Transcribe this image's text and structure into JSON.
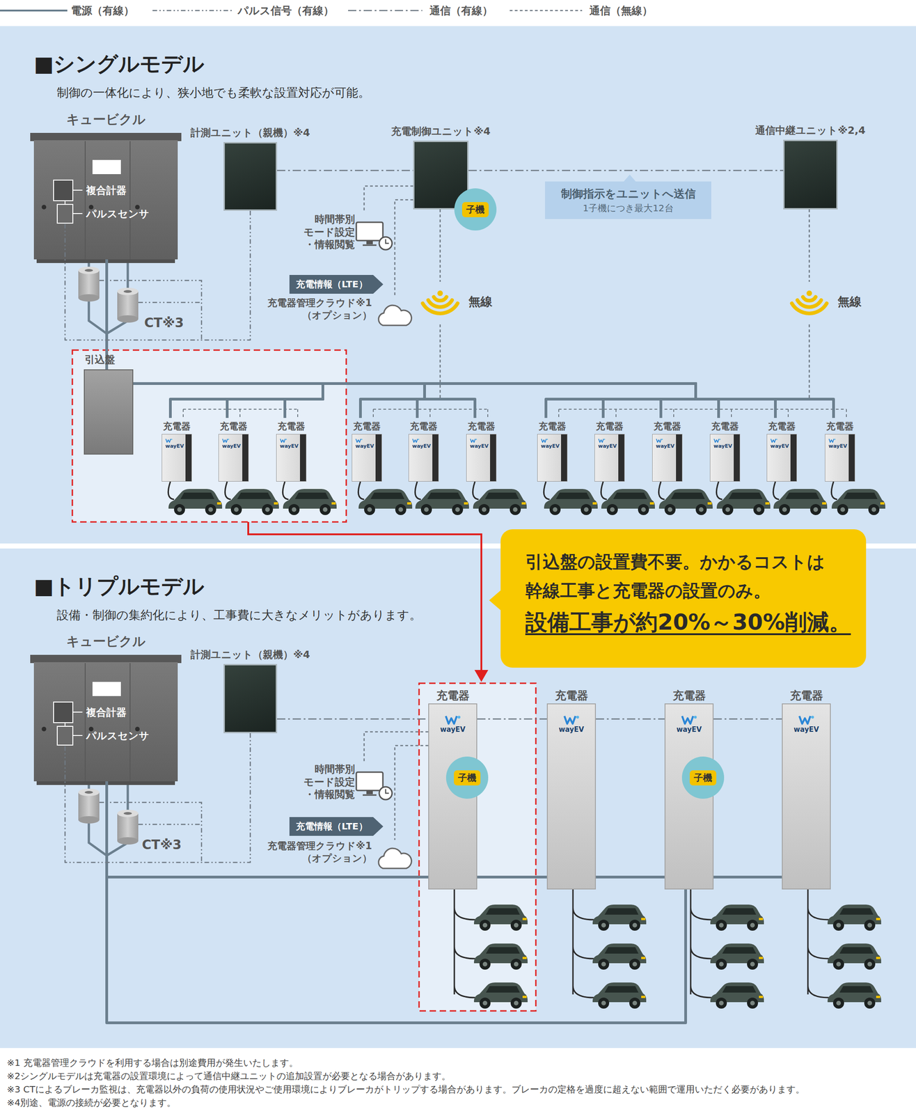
{
  "diagram": {
    "nodes": [
      {
        "text": [
          "■シングルモデル",
          "制御の一体化により、狭小地でも柔軟な設置対応が可能。"
        ]
      },
      {
        "text": [
          "キュービクル"
        ],
        "in": 0
      },
      {
        "text": [
          "複合計器"
        ],
        "in": 1
      },
      {
        "text": [
          "パルスセンサ"
        ],
        "in": 1
      },
      {
        "text": [
          "計測ユニット（親機）※4"
        ],
        "in": 0
      },
      {
        "text": [
          "充電制御ユニット※4"
        ],
        "in": 0
      },
      {
        "text": [
          "子機"
        ],
        "in": 5
      },
      {
        "text": [
          "通信中継ユニット※2,4"
        ],
        "in": 0
      },
      {
        "text": [
          "制御指示をユニットへ送信",
          "1子機につき最大12台"
        ],
        "in": 0
      },
      {
        "text": [
          "時間帯別 モード設定 ・情報閲覧"
        ],
        "in": 0
      },
      {
        "text": [
          "充電情報（LTE）"
        ],
        "in": 0
      },
      {
        "text": [
          "充電器管理クラウド※1 （オプション）"
        ],
        "in": 0
      },
      {
        "text": [
          "無線"
        ],
        "in": 0
      },
      {
        "text": [
          "無線"
        ],
        "in": 0
      },
      {
        "text": [
          "引込盤"
        ],
        "in": 0
      },
      {
        "text": [
          "充電器",
          "wayEV"
        ],
        "in": 0
      },
      {
        "text": [
          "充電器",
          "wayEV"
        ],
        "in": 0
      },
      {
        "text": [
          "充電器",
          "wayEV"
        ],
        "in": 0
      },
      {
        "text": [
          "充電器",
          "wayEV"
        ],
        "in": 0
      },
      {
        "text": [
          "充電器",
          "wayEV"
        ],
        "in": 0
      },
      {
        "text": [
          "充電器",
          "wayEV"
        ],
        "in": 0
      },
      {
        "text": [
          "充電器",
          "wayEV"
        ],
        "in": 0
      },
      {
        "text": [
          "充電器",
          "wayEV"
        ],
        "in": 0
      },
      {
        "text": [
          "充電器",
          "wayEV"
        ],
        "in": 0
      },
      {
        "text": [
          "充電器",
          "wayEV"
        ],
        "in": 0
      },
      {
        "text": [
          "充電器",
          "wayEV"
        ],
        "in": 0
      },
      {
        "text": [
          "充電器",
          "wayEV"
        ],
        "in": 0
      },
      {
        "text": [
          "引込盤の設置費不要。かかるコストは 幹線工事と充電器の設置のみ。",
          "設備工事が約20%～30%削減。"
        ]
      },
      {
        "text": [
          "■トリプルモデル",
          "設備・制御の集約化により、工事費に大きなメリットがあります。"
        ]
      },
      {
        "text": [
          "キュービクル"
        ],
        "in": 28
      },
      {
        "text": [
          "複合計器"
        ],
        "in": 29
      },
      {
        "text": [
          "パルスセンサ"
        ],
        "in": 29
      },
      {
        "text": [
          "計測ユニット（親機）※4"
        ],
        "in": 28
      },
      {
        "text": [
          "時間帯別 モード設定 ・情報閲覧"
        ],
        "in": 28
      },
      {
        "text": [
          "充電情報（LTE）"
        ],
        "in": 28
      },
      {
        "text": [
          "充電器管理クラウド※1 （オプション）"
        ],
        "in": 28
      },
      {
        "text": [
          "充電器",
          "wayEV"
        ],
        "in": 28
      },
      {
        "text": [
          "充電器",
          "wayEV"
        ],
        "in": 28
      },
      {
        "text": [
          "充電器",
          "wayEV"
        ],
        "in": 28
      },
      {
        "text": [
          "充電器",
          "wayEV"
        ],
        "in": 28
      },
      {
        "text": [
          "子機"
        ],
        "in": 36
      },
      {
        "text": [
          "子機"
        ],
        "in": 38
      }
    ],
    "edges": [
      {
        "from": 1,
        "to": 14,
        "arrow": "none"
      },
      {
        "from": 4,
        "to": 3,
        "arrow": "none"
      },
      {
        "from": 4,
        "to": 5,
        "arrow": "none"
      },
      {
        "from": 5,
        "to": 7,
        "arrow": "none"
      },
      {
        "from": 5,
        "to": 9,
        "arrow": "none"
      },
      {
        "from": 5,
        "to": 11,
        "arrow": "none"
      },
      {
        "from": 5,
        "to": 12,
        "arrow": "none"
      },
      {
        "from": 7,
        "to": 13,
        "arrow": "none"
      },
      {
        "from": 14,
        "to": 15,
        "arrow": "none"
      },
      {
        "from": 14,
        "to": 16,
        "arrow": "none"
      },
      {
        "from": 14,
        "to": 17,
        "arrow": "none"
      },
      {
        "from": 14,
        "to": 18,
        "arrow": "none"
      },
      {
        "from": 14,
        "to": 19,
        "arrow": "none"
      },
      {
        "from": 14,
        "to": 20,
        "arrow": "none"
      },
      {
        "from": 14,
        "to": 21,
        "arrow": "none"
      },
      {
        "from": 14,
        "to": 22,
        "arrow": "none"
      },
      {
        "from": 14,
        "to": 23,
        "arrow": "none"
      },
      {
        "from": 14,
        "to": 24,
        "arrow": "none"
      },
      {
        "from": 14,
        "to": 25,
        "arrow": "none"
      },
      {
        "from": 14,
        "to": 26,
        "arrow": "none"
      },
      {
        "from": 29,
        "to": 36,
        "arrow": "none"
      },
      {
        "from": 29,
        "to": 37,
        "arrow": "none"
      },
      {
        "from": 29,
        "to": 38,
        "arrow": "none"
      },
      {
        "from": 29,
        "to": 39,
        "arrow": "none"
      },
      {
        "from": 32,
        "to": 31,
        "arrow": "none"
      },
      {
        "from": 32,
        "to": 36,
        "arrow": "none"
      },
      {
        "from": 36,
        "to": 37,
        "arrow": "none"
      },
      {
        "from": 37,
        "to": 38,
        "arrow": "none"
      },
      {
        "from": 38,
        "to": 39,
        "arrow": "none"
      },
      {
        "from": 36,
        "to": 33,
        "arrow": "none"
      },
      {
        "from": 36,
        "to": 35,
        "arrow": "none"
      }
    ],
    "labels": [
      "CT※3",
      "CT※3",
      "※1 充電器管理クラウドを利用する場合は別途費用が発生いたします。",
      "※2シングルモデルは充電器の設置環境によって通信中継ユニットの追加設置が必要となる場合があります。",
      "※3 CTによるブレーカ監視は、充電器以外の負荷の使用状況やご使用環境によりブレーカがトリップする場合があります。ブレーカの定格を過度に超えない範囲で運用いただく必要があります。",
      "※4別途、電源の接続が必要となります。"
    ],
    "legend": [
      {
        "text": "電源（有線）"
      },
      {
        "text": "パルス信号（有線）"
      },
      {
        "text": "通信（有線）"
      },
      {
        "text": "通信（無線）"
      }
    ]
  }
}
